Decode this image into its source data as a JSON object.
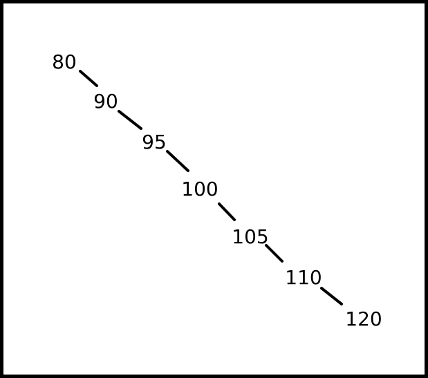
{
  "diagram": {
    "nodes": [
      {
        "id": "n80",
        "label": "80"
      },
      {
        "id": "n90",
        "label": "90"
      },
      {
        "id": "n95",
        "label": "95"
      },
      {
        "id": "n100",
        "label": "100"
      },
      {
        "id": "n105",
        "label": "105"
      },
      {
        "id": "n110",
        "label": "110"
      },
      {
        "id": "n120",
        "label": "120"
      }
    ],
    "edges": [
      {
        "from": "n80",
        "to": "n90"
      },
      {
        "from": "n90",
        "to": "n95"
      },
      {
        "from": "n95",
        "to": "n100"
      },
      {
        "from": "n100",
        "to": "n105"
      },
      {
        "from": "n105",
        "to": "n110"
      },
      {
        "from": "n110",
        "to": "n120"
      }
    ]
  }
}
